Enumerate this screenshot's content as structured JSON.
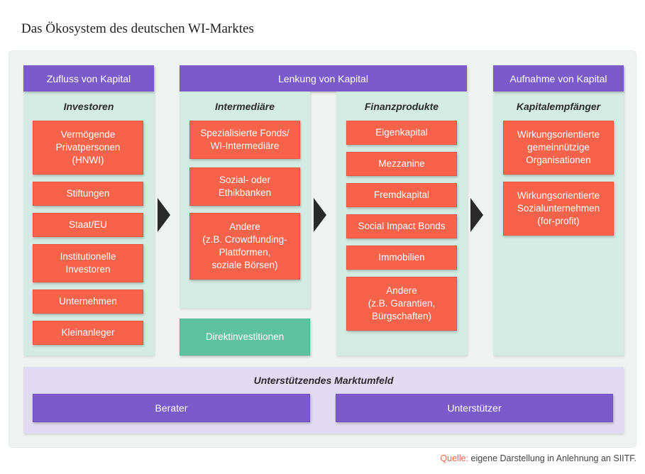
{
  "title": "Das Ökosystem des deutschen WI-Marktes",
  "headers": {
    "zufluss": "Zufluss von Kapital",
    "lenkung": "Lenkung von Kapital",
    "aufnahme": "Aufnahme von Kapital"
  },
  "investoren": {
    "heading": "Investoren",
    "items": [
      "Vermögende\nPrivatpersonen\n(HNWI)",
      "Stiftungen",
      "Staat/EU",
      "Institutionelle\nInvestoren",
      "Unternehmen",
      "Kleinanleger"
    ]
  },
  "intermediaere": {
    "heading": "Intermediäre",
    "items": [
      "Spezialisierte Fonds/\nWI-Intermediäre",
      "Sozial- oder\nEthikbanken",
      "Andere\n(z.B. Crowdfunding-\nPlattformen,\nsoziale Börsen)"
    ],
    "direkt": "Direktinvestitionen"
  },
  "finanzprodukte": {
    "heading": "Finanzprodukte",
    "items": [
      "Eigenkapital",
      "Mezzanine",
      "Fremdkapital",
      "Social Impact Bonds",
      "Immobilien",
      "Andere\n(z.B. Garantien,\nBürgschaften)"
    ]
  },
  "empfaenger": {
    "heading": "Kapitalempfänger",
    "items": [
      "Wirkungsorientierte\ngemeinnützige\nOrganisationen",
      "Wirkungsorientierte\nSozialunternehmen\n(for-profit)"
    ]
  },
  "support": {
    "heading": "Unterstützendes Marktumfeld",
    "berater": "Berater",
    "unterstuetzer": "Unterstützer"
  },
  "source": {
    "label": "Quelle:",
    "text": " eigene Darstellung in Anlehnung an SIITF."
  },
  "colors": {
    "header_purple": "#7a5bc9",
    "box_orange": "#f7634a",
    "box_green": "#5ec2a0",
    "column_bg": "#d3ebe3",
    "support_bg": "#e0dbf3"
  }
}
